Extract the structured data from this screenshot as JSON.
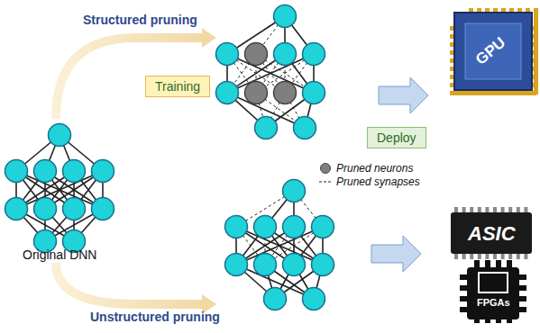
{
  "diagram": {
    "nodes": [
      {
        "text": [
          "Original DNN"
        ]
      },
      {
        "text": [
          "Training"
        ]
      },
      {
        "text": [
          "Deploy"
        ]
      },
      {
        "text": [
          "GPU"
        ]
      },
      {
        "text": [
          "ASIC"
        ]
      },
      {
        "text": [
          "FPGAs"
        ]
      }
    ],
    "labels": [
      "Structured pruning",
      "Unstructured pruning"
    ],
    "legend": [
      {
        "text": "Pruned neurons",
        "color": "#7f7f7f"
      },
      {
        "text": "Pruned synapses"
      }
    ]
  }
}
